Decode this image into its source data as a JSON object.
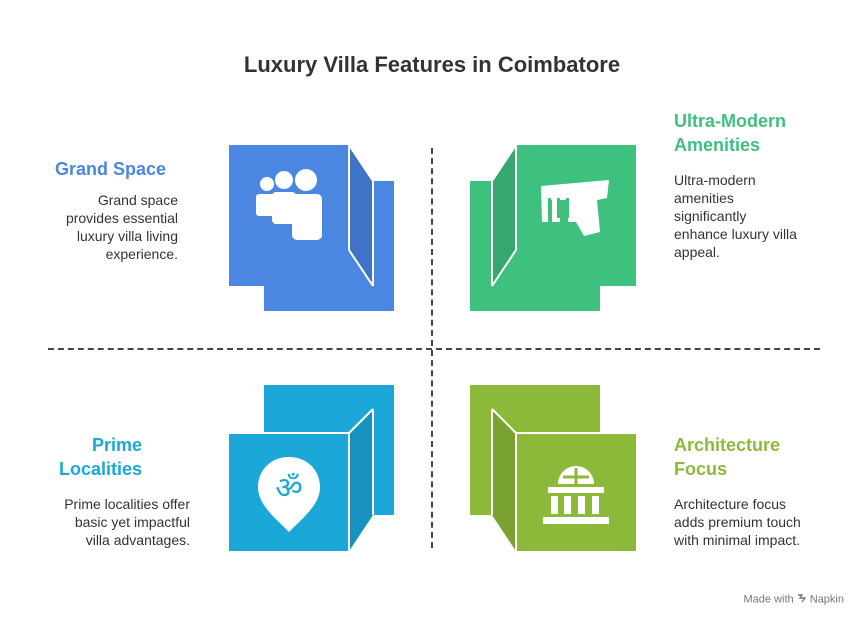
{
  "title": "Luxury Villa Features in Coimbatore",
  "quadrants": {
    "grand_space": {
      "heading": "Grand Space",
      "description_lines": [
        "Grand space",
        "provides essential",
        "luxury villa living",
        "experience."
      ],
      "color": "#4B86E0",
      "icon": "people-group-icon"
    },
    "ultra_modern": {
      "heading_lines": [
        "Ultra-Modern",
        "Amenities"
      ],
      "description_lines": [
        "Ultra-modern",
        "amenities",
        "significantly",
        "enhance luxury villa",
        "appeal."
      ],
      "color": "#3EC07E",
      "icon": "fist-icon"
    },
    "prime_localities": {
      "heading_lines": [
        "Prime",
        "Localities"
      ],
      "description_lines": [
        "Prime localities offer",
        "basic yet impactful",
        "villa advantages."
      ],
      "color": "#1BA8D9",
      "icon": "om-location-pin-icon"
    },
    "architecture": {
      "heading_lines": [
        "Architecture",
        "Focus"
      ],
      "description_lines": [
        "Architecture focus",
        "adds premium touch",
        "with minimal impact."
      ],
      "color": "#8DB93B",
      "icon": "building-icon"
    }
  },
  "footer": {
    "made_with": "Made with",
    "brand": "Napkin"
  }
}
